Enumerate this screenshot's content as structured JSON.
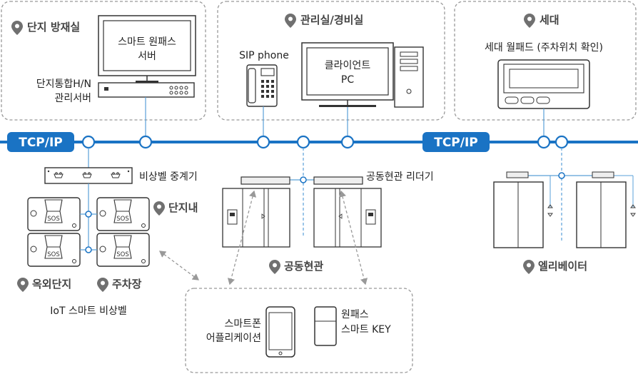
{
  "colors": {
    "bus": "#1a73c4",
    "bus_label_bg": "#1a73c4",
    "node_fill": "#ffffff",
    "section_border": "#999999",
    "pin": "#707070",
    "device_stroke": "#333333",
    "device_fill": "#f3f3f3",
    "arrow": "#999999"
  },
  "bus": {
    "label_left": "TCP/IP",
    "label_right": "TCP/IP"
  },
  "sections": {
    "disaster_room": "단지 방재실",
    "mgmt_room": "관리실/경비실",
    "household": "세대",
    "complex_inside": "단지내",
    "outdoor_complex": "옥외단지",
    "parking": "주차장",
    "common_entrance": "공동현관",
    "elevator": "엘리베이터"
  },
  "devices": {
    "smart_onepass_server_line1": "스마트 원패스",
    "smart_onepass_server_line2": "서버",
    "integrated_server_line1": "단지통합H/N",
    "integrated_server_line2": "관리서버",
    "sip_phone": "SIP phone",
    "client_pc_line1": "클라이언트",
    "client_pc_line2": "PC",
    "wallpad": "세대 월패드 (주차위치 확인)",
    "emergency_relay": "비상벨 중계기",
    "common_reader": "공동현관 리더기",
    "iot_emergency": "IoT 스마트 비상벨",
    "sos_label": "SOS",
    "smartphone_line1": "스마트폰",
    "smartphone_line2": "어플리케이션",
    "onepass_key_line1": "원패스",
    "onepass_key_line2": "스마트 KEY"
  }
}
